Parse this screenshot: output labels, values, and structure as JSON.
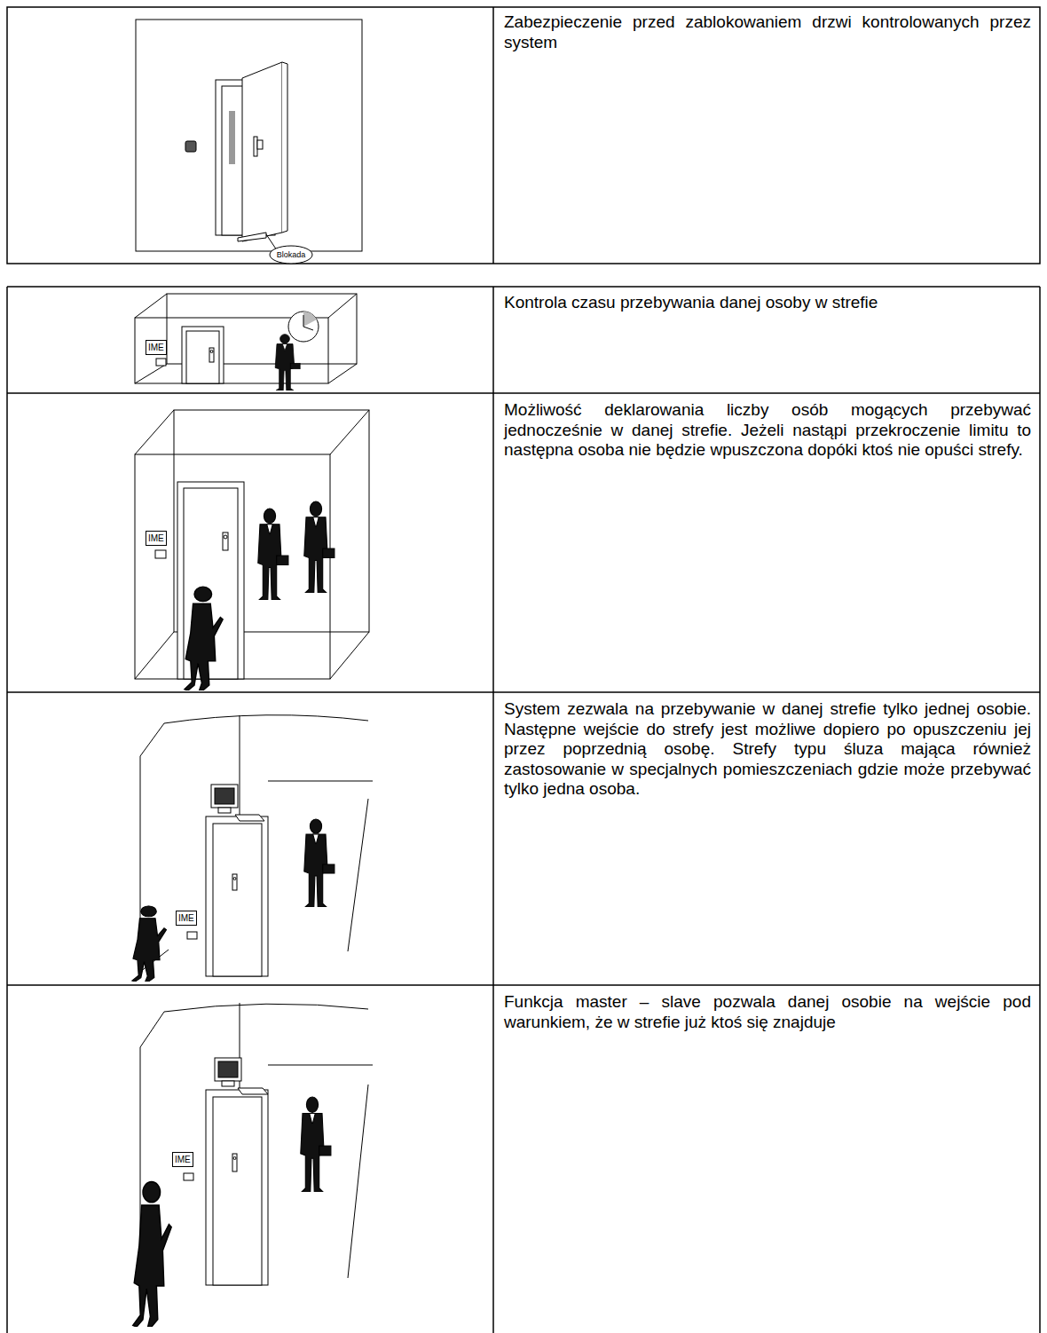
{
  "diagram": {
    "nodes": [
      {
        "text": [
          "Zabezpieczenie przed zablokowaniem drzwi kontrolowanych przez system"
        ]
      },
      {
        "text": [
          "Kontrola czasu przebywania danej osoby w strefie"
        ]
      },
      {
        "text": [
          "Możliwość deklarowania liczby osób mogących przebywać jednocześnie w danej strefie. Jeżeli nastąpi przekroczenie limitu to następna osoba nie będzie wpuszczona dopóki ktoś nie opuści strefy."
        ]
      },
      {
        "text": [
          "System zezwala na przebywanie w danej strefie tylko jednej osobie. Następne wejście do strefy jest możliwe dopiero po opuszczeniu jej przez poprzednią osobę. Strefy typu śluza mająca również zastosowanie w specjalnych pomieszczeniach gdzie może przebywać tylko jedna osoba."
        ]
      },
      {
        "text": [
          "Funkcja master – slave pozwala danej osobie na wejście pod warunkiem, że w strefie już ktoś się znajduje"
        ]
      }
    ],
    "labels": [
      "Blokada",
      "IME",
      "IME",
      "IME",
      "IME"
    ]
  }
}
